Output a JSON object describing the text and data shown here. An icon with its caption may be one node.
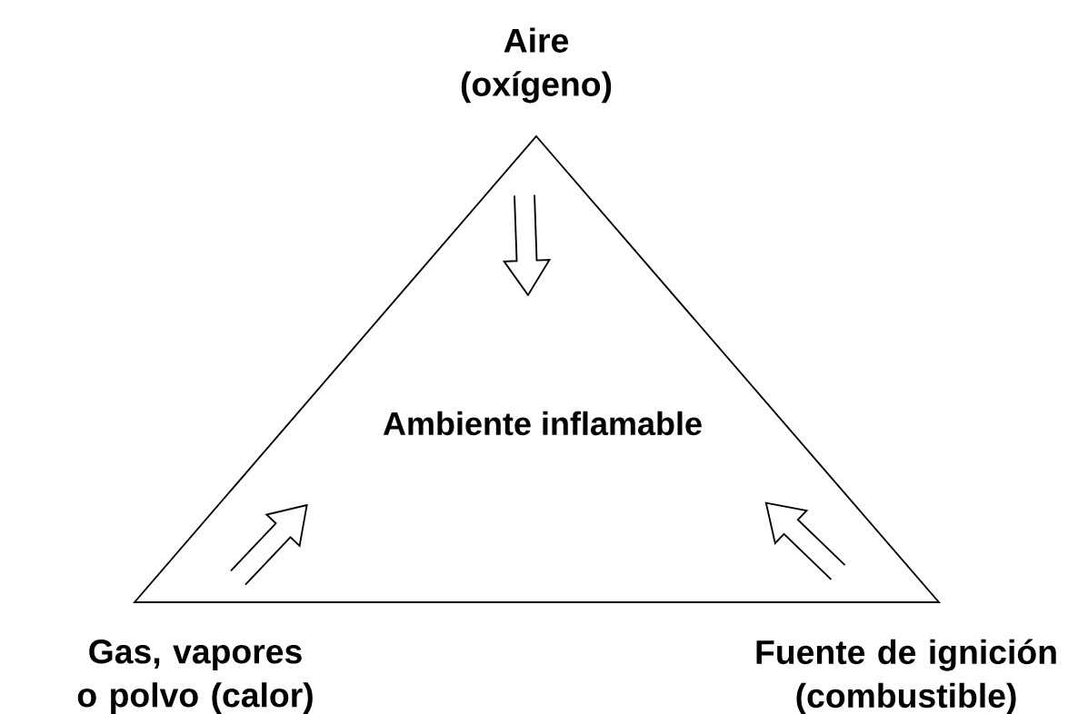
{
  "diagram": {
    "nodes": [
      {
        "text": [
          "Ambiente inflamable"
        ]
      },
      {
        "text": [
          "Aire (oxígeno)"
        ]
      },
      {
        "text": [
          "Gas, vapores o polvo (calor)"
        ]
      },
      {
        "text": [
          "Fuente de ignición (combustible)"
        ]
      }
    ]
  }
}
